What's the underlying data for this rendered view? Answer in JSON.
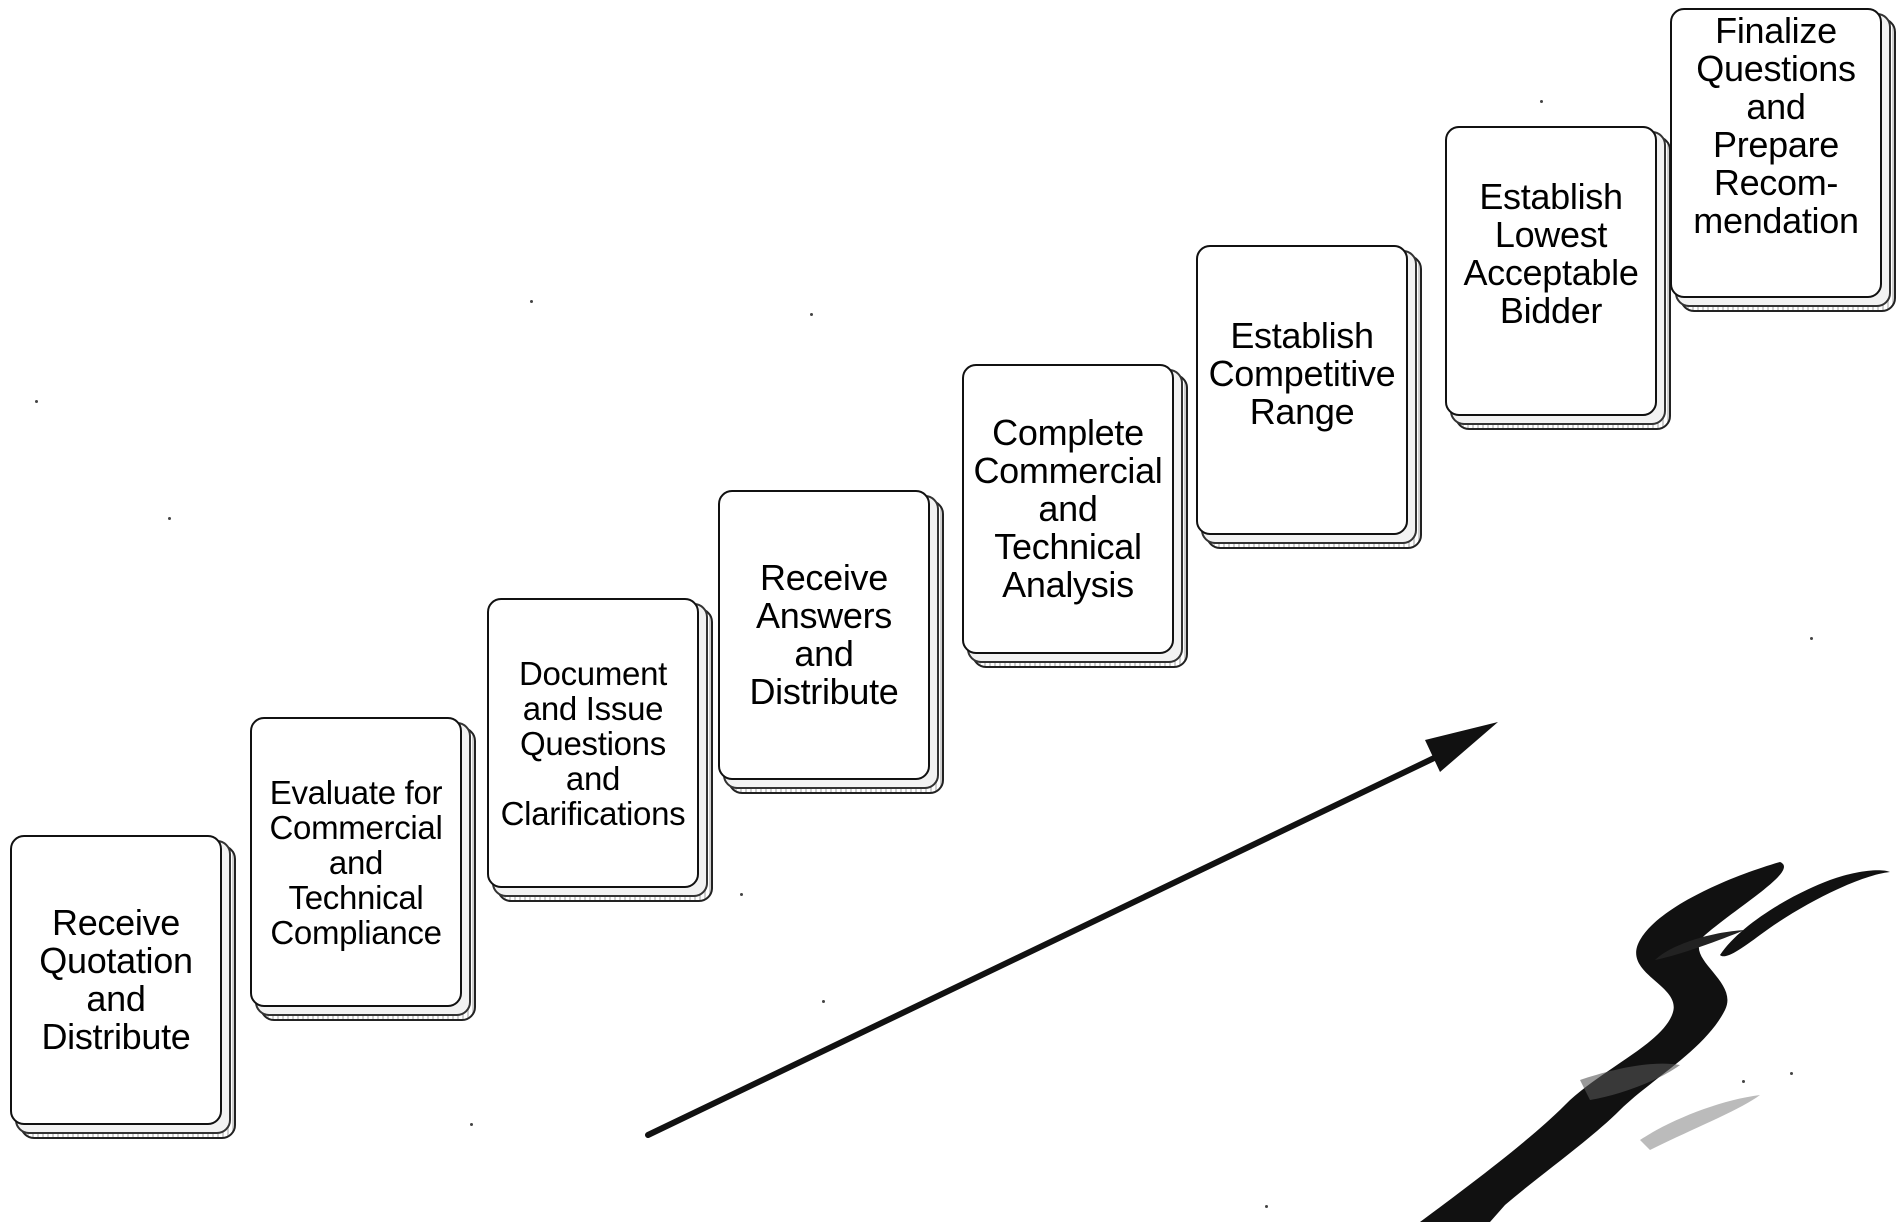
{
  "diagram": {
    "steps": [
      {
        "id": "receive-quotation",
        "lines": [
          "Receive",
          "Quotation",
          "and",
          "Distribute"
        ]
      },
      {
        "id": "evaluate-compliance",
        "lines": [
          "Evaluate for",
          "Commercial",
          "and",
          "Technical",
          "Compliance"
        ]
      },
      {
        "id": "document-questions",
        "lines": [
          "Document",
          "and Issue",
          "Questions",
          "and",
          "Clarifications"
        ]
      },
      {
        "id": "receive-answers",
        "lines": [
          "Receive",
          "Answers",
          "and",
          "Distribute"
        ]
      },
      {
        "id": "complete-analysis",
        "lines": [
          "Complete",
          "Commercial",
          "and",
          "Technical",
          "Analysis"
        ]
      },
      {
        "id": "establish-range",
        "lines": [
          "Establish",
          "Competitive",
          "Range"
        ]
      },
      {
        "id": "establish-bidder",
        "lines": [
          "Establish",
          "Lowest",
          "Acceptable",
          "Bidder"
        ]
      },
      {
        "id": "finalize-recommendation",
        "lines": [
          "Finalize",
          "Questions",
          "and",
          "Prepare",
          "Recom-",
          "mendation"
        ]
      }
    ],
    "arrow_icon": "arrow-up-right-icon",
    "swoosh_icon": "brush-swoosh-icon",
    "colors": {
      "ink": "#111111",
      "background": "#ffffff",
      "shadow": "#cfcfcf"
    }
  }
}
